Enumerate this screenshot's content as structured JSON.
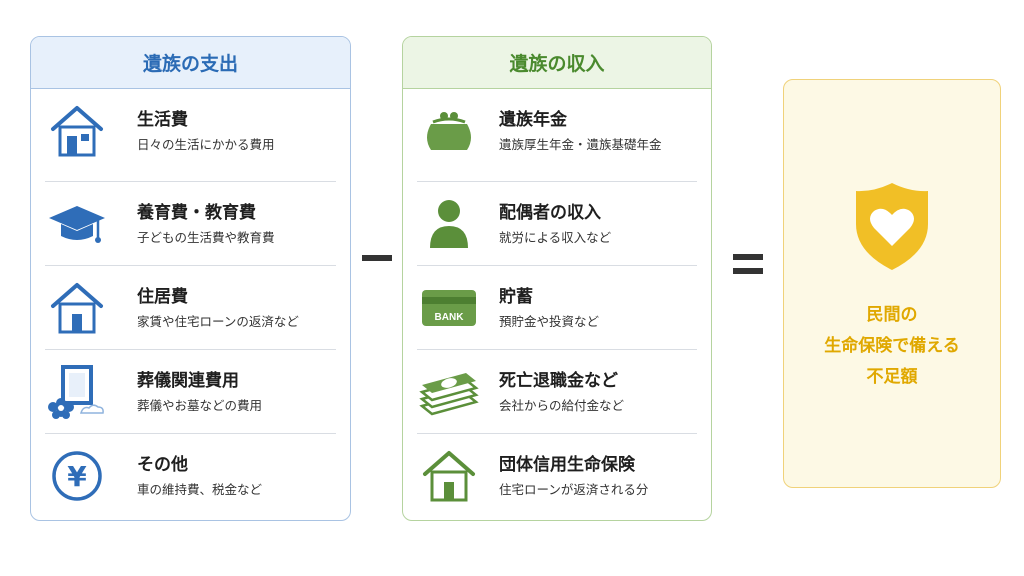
{
  "expense": {
    "title": "遺族の支出",
    "items": [
      {
        "icon": "house-icon",
        "title": "生活費",
        "sub": "日々の生活にかかる費用"
      },
      {
        "icon": "graduation-cap-icon",
        "title": "養育費・教育費",
        "sub": "子どもの生活費や教育費"
      },
      {
        "icon": "house-icon",
        "title": "住居費",
        "sub": "家賃や住宅ローンの返済など"
      },
      {
        "icon": "memorial-portrait-icon",
        "title": "葬儀関連費用",
        "sub": "葬儀やお墓などの費用"
      },
      {
        "icon": "yen-coin-icon",
        "title": "その他",
        "sub": "車の維持費、税金など"
      }
    ]
  },
  "income": {
    "title": "遺族の収入",
    "items": [
      {
        "icon": "coin-purse-icon",
        "title": "遺族年金",
        "sub": "遺族厚生年金・遺族基礎年金"
      },
      {
        "icon": "person-icon",
        "title": "配偶者の収入",
        "sub": "就労による収入など"
      },
      {
        "icon": "bank-card-icon",
        "title": "貯蓄",
        "sub": "預貯金や投資など"
      },
      {
        "icon": "cash-stack-icon",
        "title": "死亡退職金など",
        "sub": "会社からの給付金など"
      },
      {
        "icon": "house-icon",
        "title": "団体信用生命保険",
        "sub": "住宅ローンが返済される分"
      }
    ]
  },
  "card_text": "BANK",
  "yen_symbol": "¥",
  "result": {
    "icon": "shield-heart-icon",
    "lines": [
      "民間の",
      "生命保険で備える",
      "不足額"
    ]
  },
  "colors": {
    "expense_accent": "#2b6bb5",
    "income_accent": "#4a8a2e",
    "result_accent": "#e0a800"
  }
}
